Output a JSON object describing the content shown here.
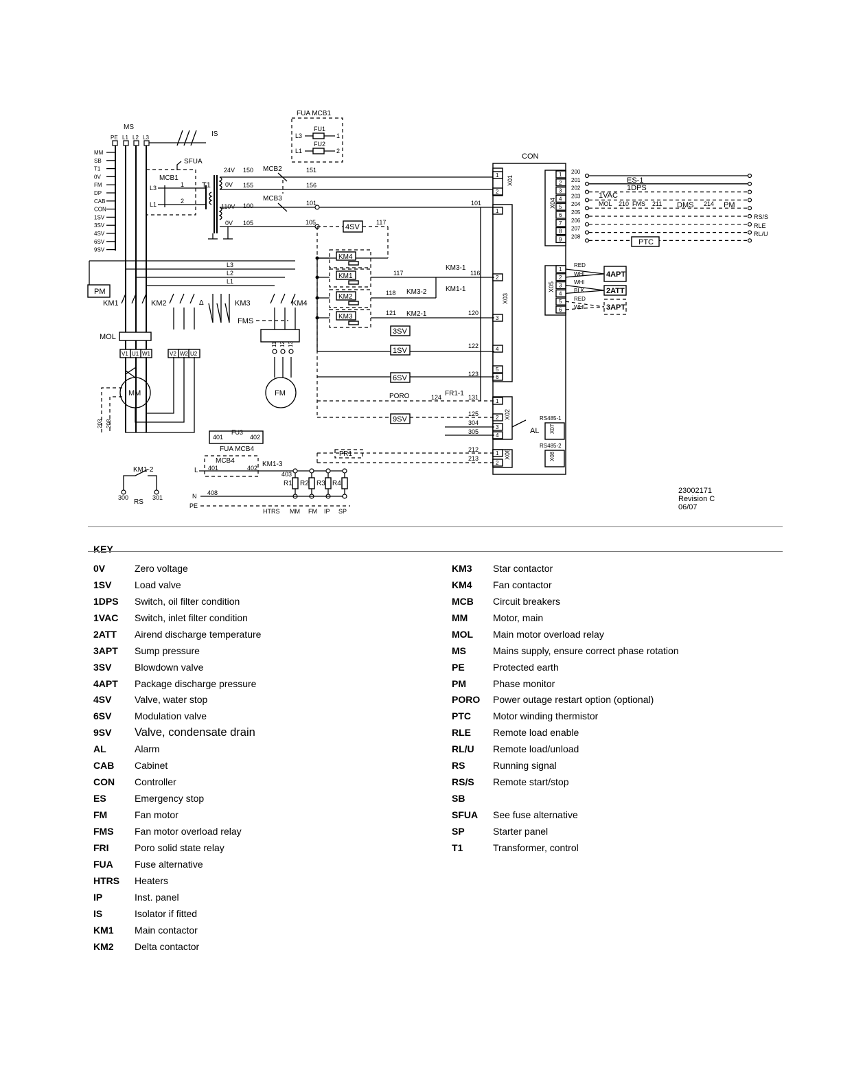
{
  "diagram": {
    "part_number": "23002171",
    "revision": "Revision C",
    "date": "06/07",
    "labels": {
      "ms": "MS",
      "pe": "PE",
      "l1": "L1",
      "l2": "L2",
      "l3": "L3",
      "is": "IS",
      "sfua": "SFUA",
      "mcb1": "MCB1",
      "t1": "T1",
      "fua_mcb1": "FUA MCB1",
      "fu1": "FU1",
      "fu2": "FU2",
      "mcb2": "MCB2",
      "mcb3": "MCB3",
      "con": "CON",
      "x01": "X01",
      "x03": "X03",
      "x04": "X04",
      "x05": "X05",
      "x02": "X02",
      "x06": "X06",
      "x07": "X07",
      "x08": "X08",
      "v24": "24V",
      "v0": "0V",
      "v110": "110V",
      "pm": "PM",
      "km1": "KM1",
      "km2": "KM2",
      "km3": "KM3",
      "km4": "KM4",
      "fms": "FMS",
      "mol": "MOL",
      "mm": "MM",
      "fm": "FM",
      "sv4": "4SV",
      "sv3": "3SV",
      "sv1": "1SV",
      "sv6": "6SV",
      "sv9": "9SV",
      "poro": "PORO",
      "fr1": "FR1",
      "fr1_1": "FR1-1",
      "km3_1": "KM3-1",
      "km3_2": "KM3-2",
      "km1_1": "KM1-1",
      "km2_1": "KM2-1",
      "km1_2": "KM1-2",
      "km1_3": "KM1-3",
      "rs": "RS",
      "al": "AL",
      "es1": "ES-1",
      "dps1": "1DPS",
      "vac1": "1VAC",
      "fms_r": "FMS",
      "mol_r": "MOL",
      "dms": "DMS",
      "ptc": "PTC",
      "rss": "RS/S",
      "rle": "RLE",
      "rlu": "RL/U",
      "apt4": "4APT",
      "att2": "2ATT",
      "apt3": "3APT",
      "red": "RED",
      "whi": "WHI",
      "blk": "BLK",
      "rs485_1": "RS485-1",
      "rs485_2": "RS485-2",
      "fua_mcb4": "FUA MCB4",
      "fu3": "FU3",
      "mcb4": "MCB4",
      "r1": "R1",
      "r2": "R2",
      "r3": "R3",
      "r4": "R4",
      "htrs": "HTRS",
      "ip": "IP",
      "sp": "SP",
      "n": "N",
      "l": "L",
      "left_bus": [
        "MM",
        "SB",
        "T1",
        "0V",
        "FM",
        "DP",
        "CAB",
        "CON",
        "1SV",
        "3SV",
        "4SV",
        "6SV",
        "9SV"
      ]
    },
    "wire_numbers": {
      "w150": "150",
      "w151": "151",
      "w155": "155",
      "w156": "156",
      "w100": "100",
      "w101": "101",
      "w101b": "101",
      "w105": "105",
      "w105b": "105",
      "w117": "117",
      "w117b": "117",
      "w116": "116",
      "w118": "118",
      "w121": "121",
      "w120": "120",
      "w122": "122",
      "w123": "123",
      "w124": "124",
      "w131": "131",
      "w125": "125",
      "w304": "304",
      "w305": "305",
      "w212": "212",
      "w213": "213",
      "w200": "200",
      "w201": "201",
      "w202": "202",
      "w203": "203",
      "w204": "204",
      "w205": "205",
      "w206": "206",
      "w207": "207",
      "w208": "208",
      "w210": "210",
      "w211": "211",
      "w214": "214",
      "w300": "300",
      "w301": "301",
      "w401": "401",
      "w402": "402",
      "w401b": "401",
      "w402b": "402",
      "w403": "403",
      "w408": "408",
      "w203v": "203",
      "w208v": "208",
      "u1": "U1",
      "v1": "V1",
      "w1": "W1",
      "u2": "U2",
      "v2": "V2",
      "w2": "W2",
      "f11": "11",
      "f12": "12",
      "f13": "13"
    }
  },
  "key": {
    "title": "KEY",
    "left": [
      {
        "code": "0V",
        "desc": "Zero voltage"
      },
      {
        "code": "1SV",
        "desc": "Load valve"
      },
      {
        "code": "1DPS",
        "desc": "Switch, oil filter condition"
      },
      {
        "code": "1VAC",
        "desc": "Switch, inlet filter condition"
      },
      {
        "code": "2ATT",
        "desc": "Airend discharge temperature"
      },
      {
        "code": "3APT",
        "desc": "Sump pressure"
      },
      {
        "code": "3SV",
        "desc": "Blowdown valve"
      },
      {
        "code": "4APT",
        "desc": "Package discharge pressure"
      },
      {
        "code": "4SV",
        "desc": "Valve, water stop"
      },
      {
        "code": "6SV",
        "desc": "Modulation valve"
      },
      {
        "code": "9SV",
        "desc": "Valve, condensate drain"
      },
      {
        "code": "AL",
        "desc": "Alarm"
      },
      {
        "code": "CAB",
        "desc": "Cabinet"
      },
      {
        "code": "CON",
        "desc": "Controller"
      },
      {
        "code": "ES",
        "desc": "Emergency stop"
      },
      {
        "code": "FM",
        "desc": "Fan motor"
      },
      {
        "code": "FMS",
        "desc": "Fan motor overload relay"
      },
      {
        "code": "FRI",
        "desc": "Poro solid state relay"
      },
      {
        "code": "FUA",
        "desc": "Fuse alternative"
      },
      {
        "code": "HTRS",
        "desc": "Heaters"
      },
      {
        "code": "IP",
        "desc": "Inst. panel"
      },
      {
        "code": "IS",
        "desc": "Isolator if fitted"
      },
      {
        "code": "KM1",
        "desc": "Main contactor"
      },
      {
        "code": "KM2",
        "desc": "Delta contactor"
      }
    ],
    "right": [
      {
        "code": "KM3",
        "desc": "Star contactor"
      },
      {
        "code": "KM4",
        "desc": "Fan contactor"
      },
      {
        "code": "MCB",
        "desc": "Circuit breakers"
      },
      {
        "code": "MM",
        "desc": "Motor, main"
      },
      {
        "code": "MOL",
        "desc": "Main motor overload relay"
      },
      {
        "code": "MS",
        "desc": "Mains supply, ensure correct phase rotation"
      },
      {
        "code": "PE",
        "desc": "Protected earth"
      },
      {
        "code": "PM",
        "desc": "Phase monitor"
      },
      {
        "code": "PORO",
        "desc": "Power outage restart option (optional)"
      },
      {
        "code": "PTC",
        "desc": "Motor winding thermistor"
      },
      {
        "code": "RLE",
        "desc": "Remote load enable"
      },
      {
        "code": "RL/U",
        "desc": "Remote load/unload"
      },
      {
        "code": "RS",
        "desc": "Running signal"
      },
      {
        "code": "RS/S",
        "desc": "Remote start/stop"
      },
      {
        "code": "SB",
        "desc": ""
      },
      {
        "code": "SFUA",
        "desc": "See fuse alternative"
      },
      {
        "code": "SP",
        "desc": "Starter panel"
      },
      {
        "code": "T1",
        "desc": "Transformer, control"
      }
    ]
  }
}
